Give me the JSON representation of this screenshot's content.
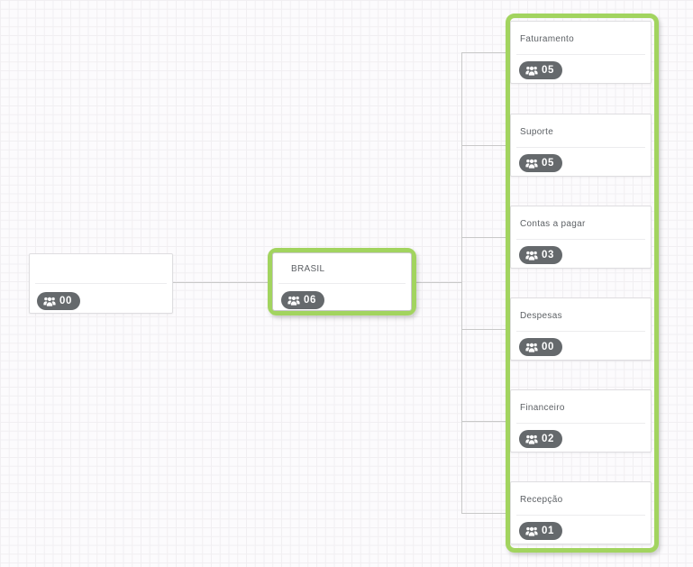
{
  "colors": {
    "highlight_green": "#a2d45f",
    "badge_bg": "#65696c",
    "connector_line": "#c9c9c9"
  },
  "icons": {
    "badge_icon": "users-icon"
  },
  "nodes": {
    "root": {
      "title": "",
      "member_count": "00"
    },
    "middle": {
      "title": "BRASIL",
      "member_count": "06"
    },
    "children": [
      {
        "title": "Faturamento",
        "member_count": "05"
      },
      {
        "title": "Suporte",
        "member_count": "05"
      },
      {
        "title": "Contas a pagar",
        "member_count": "03"
      },
      {
        "title": "Despesas",
        "member_count": "00"
      },
      {
        "title": "Financeiro",
        "member_count": "02"
      },
      {
        "title": "Recepção",
        "member_count": "01"
      }
    ]
  }
}
